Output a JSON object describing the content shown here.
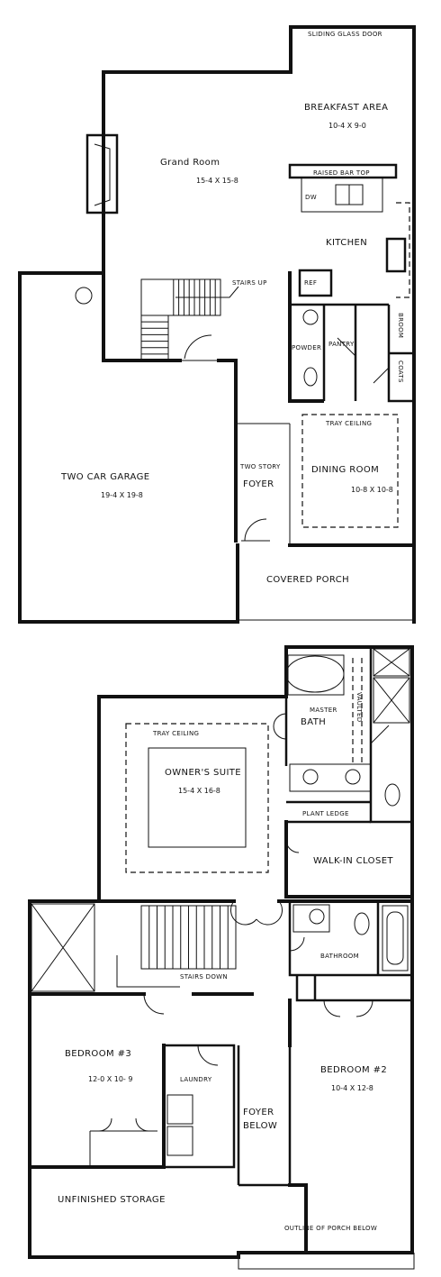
{
  "first_floor": {
    "sliding_glass_door": "SLIDING GLASS DOOR",
    "breakfast_area": {
      "name": "BREAKFAST AREA",
      "dims": "10-4 X 9-0"
    },
    "grand_room": {
      "name": "Grand Room",
      "dims": "15-4 X 15-8"
    },
    "raised_bar_top": "RAISED BAR TOP",
    "dw": "DW",
    "kitchen": "KITCHEN",
    "ref": "REF",
    "stairs_up": "STAIRS UP",
    "powder": "POWDER",
    "pantry": "PANTRY",
    "broom": "BROOM",
    "coats": "COATS",
    "tray_ceiling": "TRAY CEILING",
    "dining_room": {
      "name": "DINING ROOM",
      "dims": "10-8 X 10-8"
    },
    "two_story": "TWO STORY",
    "foyer": "FOYER",
    "two_car_garage": {
      "name": "TWO CAR GARAGE",
      "dims": "19-4 X 19-8"
    },
    "covered_porch": "COVERED PORCH"
  },
  "second_floor": {
    "master_bath": {
      "line1": "MASTER",
      "line2": "BATH"
    },
    "vaulted": "VAULTED",
    "tray_ceiling": "TRAY CEILING",
    "owners_suite": {
      "name": "OWNER'S SUITE",
      "dims": "15-4 X 16-8"
    },
    "plant_ledge": "PLANT LEDGE",
    "walk_in_closet": "WALK-IN CLOSET",
    "bathroom": "BATHROOM",
    "stairs_down": "STAIRS DOWN",
    "bedroom3": {
      "name": "BEDROOM #3",
      "dims": "12-0 X 10- 9"
    },
    "laundry": "LAUNDRY",
    "bedroom2": {
      "name": "BEDROOM #2",
      "dims": "10-4 X 12-8"
    },
    "foyer_below": {
      "line1": "FOYER",
      "line2": "BELOW"
    },
    "unfinished_storage": "UNFINISHED STORAGE",
    "outline_porch": "OUTLINE OF PORCH BELOW"
  }
}
